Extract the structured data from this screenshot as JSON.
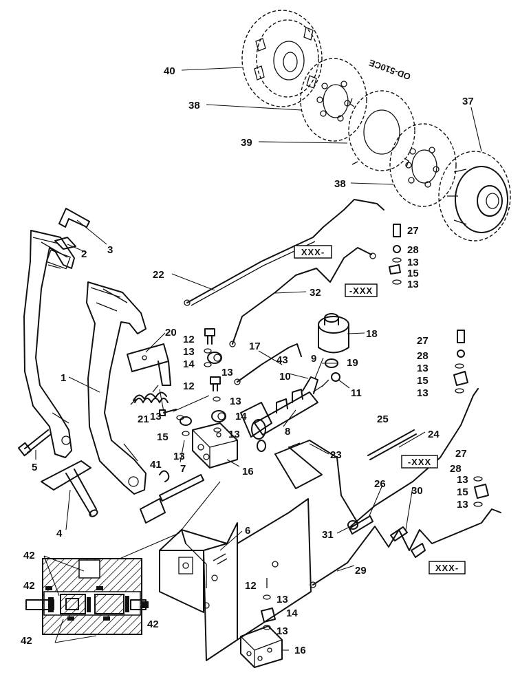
{
  "diagram_code": "OD-510CE",
  "callouts": [
    {
      "id": "c40",
      "text": "40"
    },
    {
      "id": "c38a",
      "text": "38"
    },
    {
      "id": "c39",
      "text": "39"
    },
    {
      "id": "c37",
      "text": "37"
    },
    {
      "id": "c38b",
      "text": "38"
    },
    {
      "id": "c3",
      "text": "3"
    },
    {
      "id": "c2",
      "text": "2"
    },
    {
      "id": "c27a",
      "text": "27"
    },
    {
      "id": "c28a",
      "text": "28"
    },
    {
      "id": "c13a",
      "text": "13"
    },
    {
      "id": "c15a",
      "text": "15"
    },
    {
      "id": "c13b",
      "text": "13"
    },
    {
      "id": "c22",
      "text": "22"
    },
    {
      "id": "c32",
      "text": "32"
    },
    {
      "id": "c18",
      "text": "18"
    },
    {
      "id": "c20",
      "text": "20"
    },
    {
      "id": "c12a",
      "text": "12"
    },
    {
      "id": "c13c",
      "text": "13"
    },
    {
      "id": "c14a",
      "text": "14"
    },
    {
      "id": "c13d",
      "text": "13"
    },
    {
      "id": "c17",
      "text": "17"
    },
    {
      "id": "c43",
      "text": "43"
    },
    {
      "id": "c9",
      "text": "9"
    },
    {
      "id": "c19",
      "text": "19"
    },
    {
      "id": "c27b",
      "text": "27"
    },
    {
      "id": "c28b",
      "text": "28"
    },
    {
      "id": "c13e",
      "text": "13"
    },
    {
      "id": "c15b",
      "text": "15"
    },
    {
      "id": "c13f",
      "text": "13"
    },
    {
      "id": "c1",
      "text": "1"
    },
    {
      "id": "c12b",
      "text": "12"
    },
    {
      "id": "c10",
      "text": "10"
    },
    {
      "id": "c11",
      "text": "11"
    },
    {
      "id": "c21",
      "text": "21"
    },
    {
      "id": "c13g",
      "text": "13"
    },
    {
      "id": "c14b",
      "text": "14"
    },
    {
      "id": "c13h",
      "text": "13"
    },
    {
      "id": "c15c",
      "text": "15"
    },
    {
      "id": "c13i",
      "text": "13"
    },
    {
      "id": "c8",
      "text": "8"
    },
    {
      "id": "c25",
      "text": "25"
    },
    {
      "id": "c24",
      "text": "24"
    },
    {
      "id": "c27c",
      "text": "27"
    },
    {
      "id": "c28c",
      "text": "28"
    },
    {
      "id": "c13j",
      "text": "13"
    },
    {
      "id": "c15d",
      "text": "15"
    },
    {
      "id": "c13k",
      "text": "13"
    },
    {
      "id": "c5",
      "text": "5"
    },
    {
      "id": "c13l",
      "text": "13"
    },
    {
      "id": "c16a",
      "text": "16"
    },
    {
      "id": "c41",
      "text": "41"
    },
    {
      "id": "c7",
      "text": "7"
    },
    {
      "id": "c23",
      "text": "23"
    },
    {
      "id": "c26",
      "text": "26"
    },
    {
      "id": "c30",
      "text": "30"
    },
    {
      "id": "c4",
      "text": "4"
    },
    {
      "id": "c6",
      "text": "6"
    },
    {
      "id": "c31",
      "text": "31"
    },
    {
      "id": "c42a",
      "text": "42"
    },
    {
      "id": "c42b",
      "text": "42"
    },
    {
      "id": "c29",
      "text": "29"
    },
    {
      "id": "c12c",
      "text": "12"
    },
    {
      "id": "c13m",
      "text": "13"
    },
    {
      "id": "c14c",
      "text": "14"
    },
    {
      "id": "c13n",
      "text": "13"
    },
    {
      "id": "c42c",
      "text": "42"
    },
    {
      "id": "c42d",
      "text": "42"
    },
    {
      "id": "c16b",
      "text": "16"
    }
  ],
  "boxes": [
    {
      "id": "b1",
      "text": "XXX-"
    },
    {
      "id": "b2",
      "text": "-XXX"
    },
    {
      "id": "b3",
      "text": "-XXX"
    },
    {
      "id": "b4",
      "text": "XXX-"
    }
  ]
}
